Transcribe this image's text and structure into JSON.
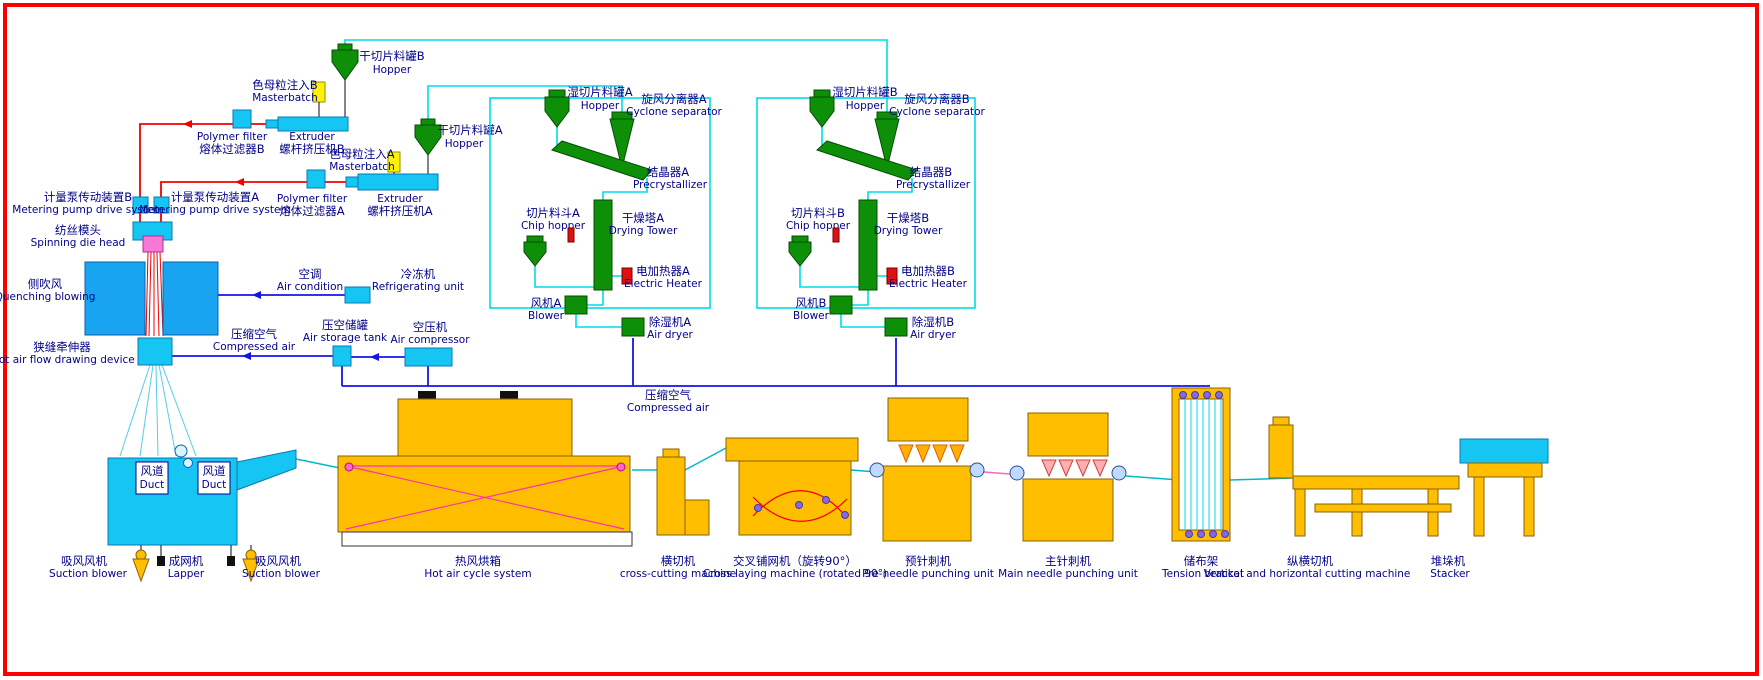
{
  "colors": {
    "border": "#FF0000",
    "machine_green": "#0D9007",
    "machine_cyan": "#16C6F2",
    "machine_blue": "#18A4F0",
    "machine_orange": "#FFBF00",
    "masterbatch_yellow": "#FFF200",
    "heater_red": "#E01010",
    "pipe_cyan": "#00DCE8",
    "pipe_blue": "#1414E6",
    "melt_red": "#F00000",
    "label_navy": "#00008B"
  },
  "spinning": {
    "hopper_b": {
      "zh": "干切片料罐B",
      "en": "Hopper"
    },
    "masterbatch_b": {
      "zh": "色母粒注入B",
      "en": "Masterbatch"
    },
    "polymer_filter_b": {
      "en": "Polymer filter",
      "zh": "熔体过滤器B"
    },
    "extruder_b": {
      "en": "Extruder",
      "zh": "螺杆挤压机B"
    },
    "hopper_a": {
      "zh": "干切片料罐A",
      "en": "Hopper"
    },
    "masterbatch_a": {
      "zh": "色母粒注入A",
      "en": "Masterbatch"
    },
    "polymer_filter_a": {
      "en": "Polymer filter",
      "zh": "熔体过滤器A"
    },
    "extruder_a": {
      "en": "Extruder",
      "zh": "螺杆挤压机A"
    },
    "metering_pump_b": {
      "zh": "计量泵传动装置B",
      "en": "Metering pump drive system"
    },
    "metering_pump_a": {
      "zh": "计量泵传动装置A",
      "en": "Metering pump drive system"
    },
    "die_head": {
      "zh": "纺丝模头",
      "en": "Spinning die head"
    },
    "quenching": {
      "zh": "侧吹风",
      "en": "Quenching blowing"
    },
    "slot_device": {
      "zh": "狭缝牵伸器",
      "en": "Slot air flow drawing device"
    },
    "air_condition": {
      "zh": "空调",
      "en": "Air condition"
    },
    "refrigerating_unit": {
      "zh": "冷冻机",
      "en": "Refrigerating unit"
    },
    "compressed_air_left": {
      "zh": "压缩空气",
      "en": "Compressed air"
    },
    "air_storage_tank": {
      "zh": "压空储罐",
      "en": "Air storage tank"
    },
    "air_compressor": {
      "zh": "空压机",
      "en": "Air compressor"
    },
    "compressed_air_main": {
      "zh": "压缩空气",
      "en": "Compressed air"
    }
  },
  "system_a": {
    "hopper": {
      "zh": "湿切片料罐A",
      "en": "Hopper"
    },
    "cyclone": {
      "zh": "旋风分离器A",
      "en": "Cyclone separator"
    },
    "precrystallizer": {
      "zh": "结晶器A",
      "en": "Precrystallizer"
    },
    "chip_hopper": {
      "zh": "切片料斗A",
      "en": "Chip hopper"
    },
    "drying_tower": {
      "zh": "干燥塔A",
      "en": "Drying Tower"
    },
    "electric_heater": {
      "zh": "电加热器A",
      "en": "Electric Heater"
    },
    "blower": {
      "zh": "风机A",
      "en": "Blower"
    },
    "air_dryer": {
      "zh": "除湿机A",
      "en": "Air dryer"
    }
  },
  "system_b": {
    "hopper": {
      "zh": "湿切片料罐B",
      "en": "Hopper"
    },
    "cyclone": {
      "zh": "旋风分离器B",
      "en": "Cyclone separator"
    },
    "precrystallizer": {
      "zh": "结晶器B",
      "en": "Precrystallizer"
    },
    "chip_hopper": {
      "zh": "切片料斗B",
      "en": "Chip hopper"
    },
    "drying_tower": {
      "zh": "干燥塔B",
      "en": "Drying Tower"
    },
    "electric_heater": {
      "zh": "电加热器B",
      "en": "Electric Heater"
    },
    "blower": {
      "zh": "风机B",
      "en": "Blower"
    },
    "air_dryer": {
      "zh": "除湿机B",
      "en": "Air dryer"
    }
  },
  "line": {
    "suction_blower": {
      "zh": "吸风风机",
      "en": "Suction blower"
    },
    "lapper": {
      "zh": "成网机",
      "en": "Lapper"
    },
    "duct": {
      "zh": "风道",
      "en": "Duct"
    },
    "oven": {
      "zh": "热风烘箱",
      "en": "Hot air cycle system"
    },
    "cross_cutting": {
      "zh": "横切机",
      "en": "cross-cutting machine"
    },
    "cross_laying": {
      "zh": "交叉铺网机（旋转90°）",
      "en": "Cross laying machine (rotated 90°)"
    },
    "pre_needle": {
      "zh": "预针刺机",
      "en": "Pre-needle punching unit"
    },
    "main_needle": {
      "zh": "主针刺机",
      "en": "Main needle punching unit"
    },
    "tension_bracket": {
      "zh": "储布架",
      "en": "Tension bracket"
    },
    "cutting_machine": {
      "zh": "纵横切机",
      "en": "Vertical and horizontal cutting machine"
    },
    "stacker": {
      "zh": "堆垛机",
      "en": "Stacker"
    }
  }
}
